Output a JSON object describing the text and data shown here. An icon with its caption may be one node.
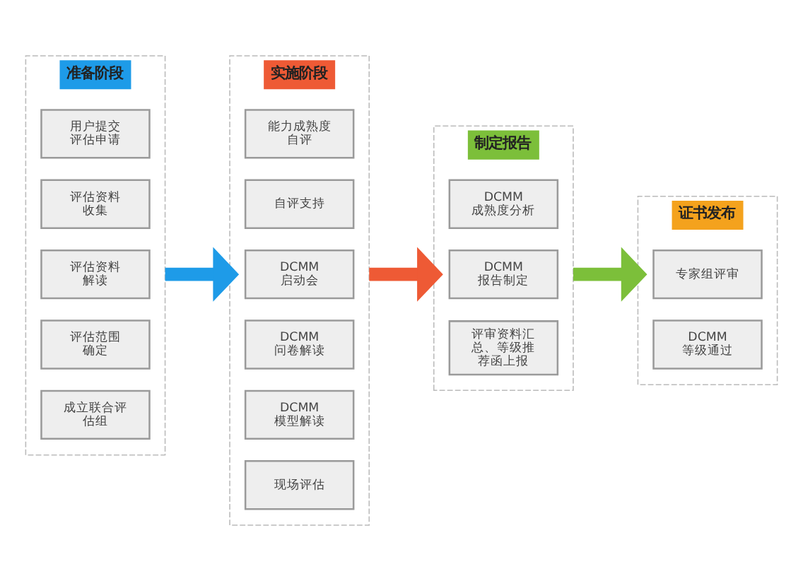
{
  "diagram": {
    "nodes": [
      {
        "text": [
          "准备阶段"
        ]
      },
      {
        "text": [
          "用户提交评估申请"
        ],
        "in": 0
      },
      {
        "text": [
          "评估资料收集"
        ],
        "in": 0
      },
      {
        "text": [
          "评估资料解读"
        ],
        "in": 0
      },
      {
        "text": [
          "评估范围确定"
        ],
        "in": 0
      },
      {
        "text": [
          "成立联合评估组"
        ],
        "in": 0
      },
      {
        "text": [
          "实施阶段"
        ]
      },
      {
        "text": [
          "能力成熟度自评"
        ],
        "in": 6
      },
      {
        "text": [
          "自评支持"
        ],
        "in": 6
      },
      {
        "text": [
          "DCMM启动会"
        ],
        "in": 6
      },
      {
        "text": [
          "DCMM问卷解读"
        ],
        "in": 6
      },
      {
        "text": [
          "DCMM模型解读"
        ],
        "in": 6
      },
      {
        "text": [
          "现场评估"
        ],
        "in": 6
      },
      {
        "text": [
          "制定报告"
        ]
      },
      {
        "text": [
          "DCMM成熟度分析"
        ],
        "in": 13
      },
      {
        "text": [
          "DCMM报告制定"
        ],
        "in": 13
      },
      {
        "text": [
          "评审资料汇总、等级推荐函上报"
        ],
        "in": 13
      },
      {
        "text": [
          "证书发布"
        ]
      },
      {
        "text": [
          "专家组评审"
        ],
        "in": 17
      },
      {
        "text": [
          "DCMM等级通过"
        ],
        "in": 17
      }
    ],
    "edges": [
      {
        "from": 0,
        "to": 6,
        "arrow": "to",
        "color": "#1e9be8"
      },
      {
        "from": 6,
        "to": 13,
        "arrow": "to",
        "color": "#ee5a35"
      },
      {
        "from": 13,
        "to": 17,
        "arrow": "to",
        "color": "#7cbf3a"
      }
    ]
  }
}
